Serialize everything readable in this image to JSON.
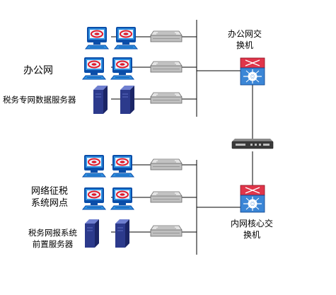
{
  "labels": {
    "office_net": "办公网",
    "tax_server": "税务专网数据服务器",
    "office_switch": [
      "办公网交",
      "换机"
    ],
    "collection_site": [
      "网络征税",
      "系统网点"
    ],
    "front_server": [
      "税务网报系统",
      "前置服务器"
    ],
    "core_switch": [
      "内网核心交",
      "换机"
    ]
  },
  "icons": {
    "workstation": "workstation-icon",
    "switch": "switch-icon",
    "server": "server-icon",
    "core_switch": "core-switch-icon",
    "firewall": "firewall-icon"
  },
  "colors": {
    "line": "#000000",
    "monitor_body": "#2f8fe0",
    "monitor_frame": "#0a4da8",
    "screen_mark": "#e11b2a",
    "switch_body": "#bfbfbf",
    "server": "#2c3a8c",
    "core_top": "#e0354a",
    "core_body": "#3b86d6"
  }
}
